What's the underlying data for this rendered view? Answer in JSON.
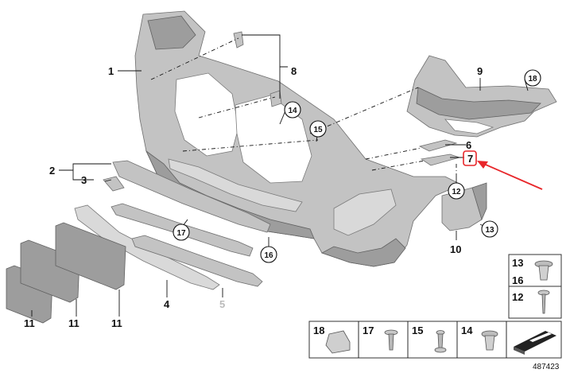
{
  "callouts": {
    "c1": "1",
    "c2": "2",
    "c3": "3",
    "c4": "4",
    "c5": "5",
    "c6": "6",
    "c7": "7",
    "c8": "8",
    "c9": "9",
    "c10": "10",
    "c11a": "11",
    "c11b": "11",
    "c11c": "11",
    "c12": "12",
    "c13": "13",
    "c14": "14",
    "c15": "15",
    "c16": "16",
    "c17": "17",
    "c18": "18"
  },
  "legend": {
    "r1a": "13",
    "r1b": "16",
    "r2": "12",
    "b18": "18",
    "b17": "17",
    "b15": "15",
    "b14": "14"
  },
  "doc_number": "487423",
  "colors": {
    "highlight": "#e8262a",
    "part": "#c3c3c3"
  },
  "icons": [
    "bumper-cover",
    "grille-bracket",
    "trim-strip",
    "license-plate-bracket",
    "clip",
    "screw",
    "expanding-nut",
    "panel-marker"
  ]
}
